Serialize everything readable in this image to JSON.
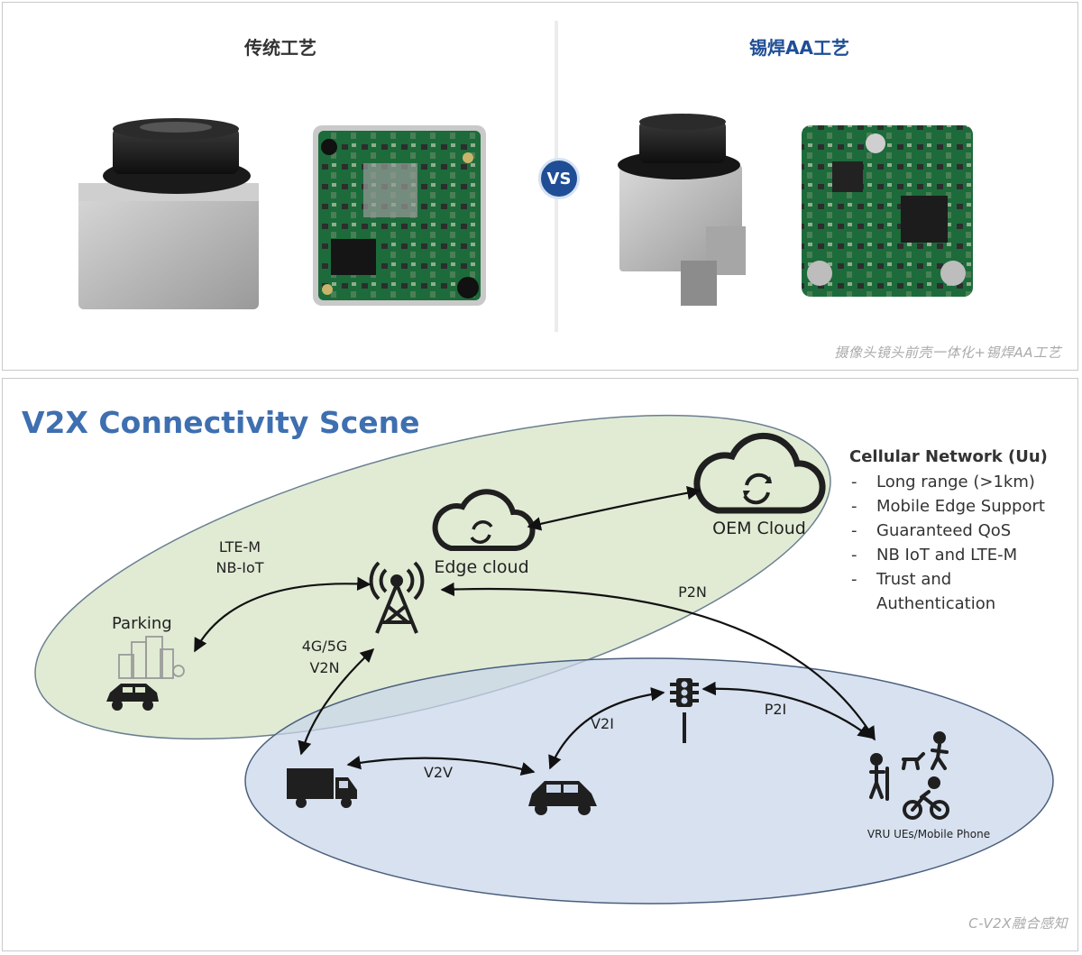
{
  "top": {
    "left_title": "传统工艺",
    "right_title": "锡焊AA工艺",
    "vs": "VS",
    "caption": "摄像头镜头前壳一体化+锡焊AA工艺"
  },
  "v2x": {
    "title": "V2X Connectivity Scene",
    "nodes": {
      "oem_cloud": "OEM Cloud",
      "edge_cloud": "Edge cloud",
      "parking": "Parking",
      "vru": "VRU UEs/Mobile Phone"
    },
    "links": {
      "lte_m": "LTE-M",
      "nb_iot": "NB-IoT",
      "g45": "4G/5G",
      "v2n": "V2N",
      "p2n": "P2N",
      "v2i": "V2I",
      "p2i": "P2I",
      "v2v": "V2V"
    },
    "cellular": {
      "heading": "Cellular Network (Uu)",
      "items": [
        "Long range (>1km)",
        "Mobile Edge Support",
        "Guaranteed QoS",
        "NB IoT and LTE-M",
        "Trust and",
        "Authentication"
      ]
    },
    "caption": "C-V2X融合感知"
  },
  "colors": {
    "title_blue": "#3e6fb0",
    "heading_navy": "#1f4e96",
    "green_zone": "#dce7cc",
    "blue_zone": "#c9d6ea",
    "icon_dark": "#1f1f1f"
  }
}
